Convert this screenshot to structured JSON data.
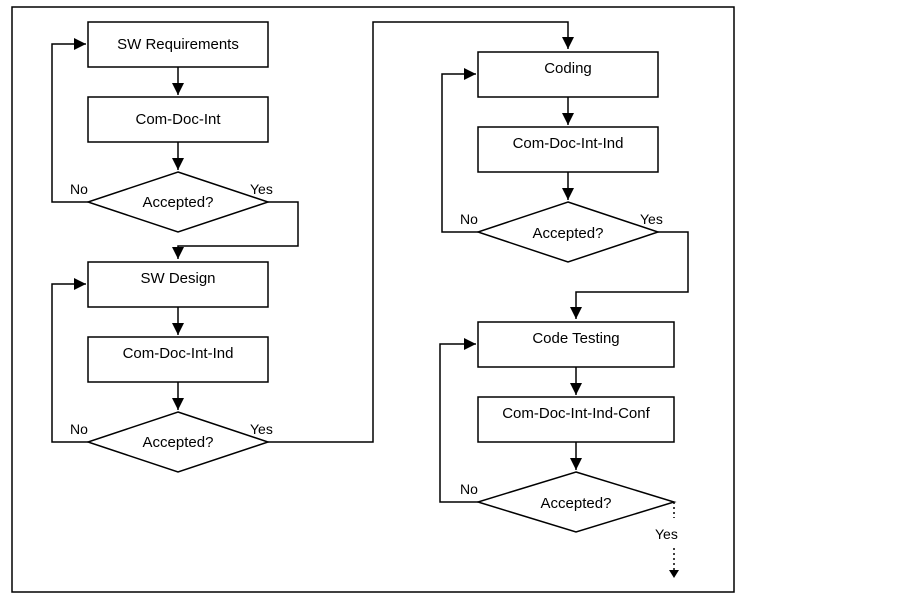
{
  "diagram": {
    "column1": {
      "sw_requirements": "SW Requirements",
      "review1": "Com-Doc-Int",
      "decision1": "Accepted?",
      "decision1_no": "No",
      "decision1_yes": "Yes",
      "sw_design": "SW Design",
      "review2": "Com-Doc-Int-Ind",
      "decision2": "Accepted?",
      "decision2_no": "No",
      "decision2_yes": "Yes"
    },
    "column2": {
      "coding": "Coding",
      "review3": "Com-Doc-Int-Ind",
      "decision3": "Accepted?",
      "decision3_no": "No",
      "decision3_yes": "Yes",
      "code_testing": "Code Testing",
      "review4": "Com-Doc-Int-Ind-Conf",
      "decision4": "Accepted?",
      "decision4_no": "No",
      "decision4_yes": "Yes"
    }
  }
}
